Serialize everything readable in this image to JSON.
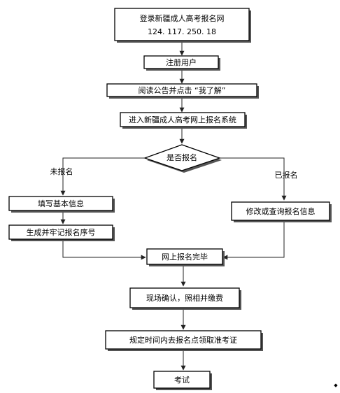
{
  "diagram": {
    "nodes": {
      "login": {
        "line1": "登录新疆成人高考报名网",
        "line2": "124. 117. 250. 18"
      },
      "register": "注册用户",
      "read_notice": "阅读公告并点击 “我了解”",
      "enter_system": "进入新疆成人高考网上报名系统",
      "decision": "是否报名",
      "fill_info": "填写基本信息",
      "generate_number": "生成并牢记报名序号",
      "modify_query": "修改或查询报名信息",
      "complete": "网上报名完毕",
      "onsite_confirm": "现场确认，照相并缴费",
      "collect_ticket": "规定时间内去报名点领取准考证",
      "exam": "考试"
    },
    "branch_labels": {
      "not_registered": "未报名",
      "registered": "已报名"
    }
  }
}
